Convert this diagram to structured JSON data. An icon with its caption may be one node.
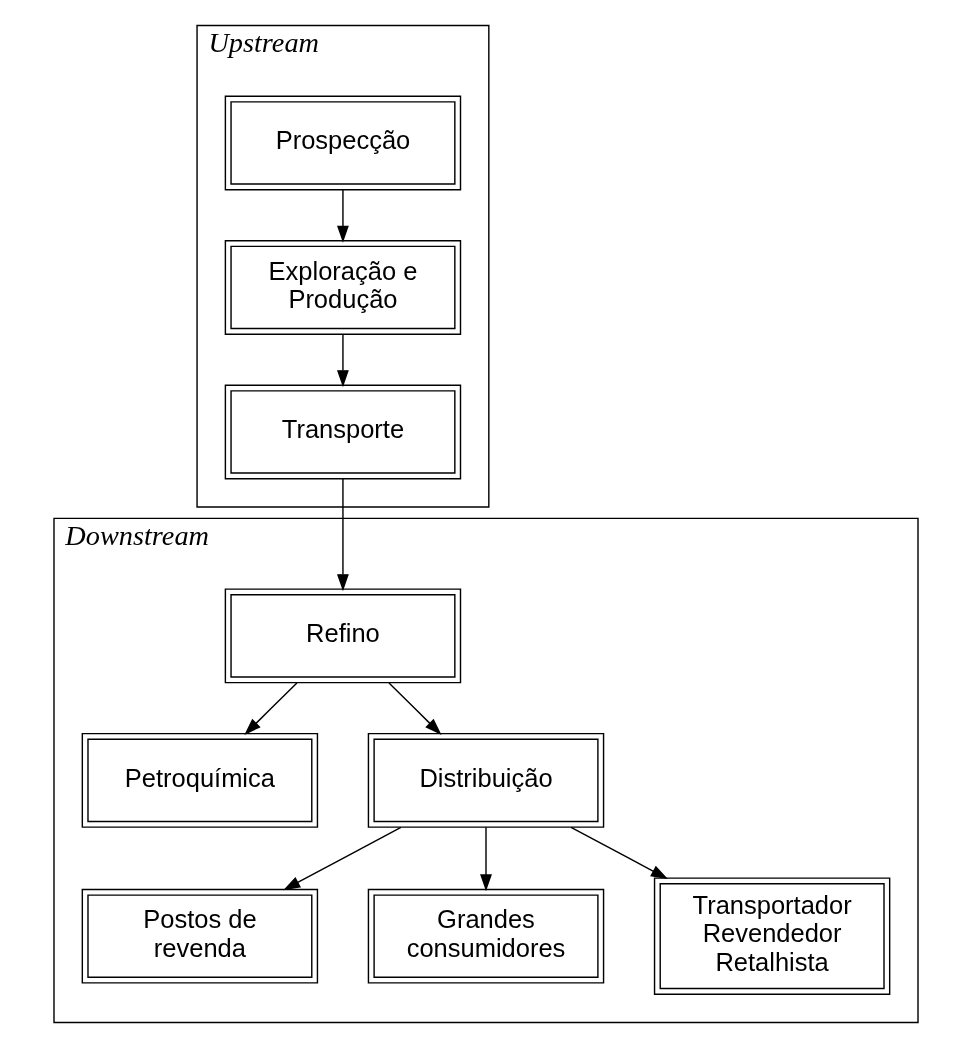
{
  "diagram": {
    "nodes": [
      {
        "text": [
          "Upstream"
        ]
      },
      {
        "text": [
          "Prospecção"
        ],
        "in": 0
      },
      {
        "text": [
          "Exploração e Produção"
        ],
        "in": 0
      },
      {
        "text": [
          "Transporte"
        ],
        "in": 0
      },
      {
        "text": [
          "Downstream"
        ]
      },
      {
        "text": [
          "Refino"
        ],
        "in": 4
      },
      {
        "text": [
          "Petroquímica"
        ],
        "in": 4
      },
      {
        "text": [
          "Distribuição"
        ],
        "in": 4
      },
      {
        "text": [
          "Postos de revenda"
        ],
        "in": 4
      },
      {
        "text": [
          "Grandes consumidores"
        ],
        "in": 4
      },
      {
        "text": [
          "Transportador Revendedor Retalhista"
        ],
        "in": 4
      }
    ],
    "edges": [
      {
        "from": 1,
        "to": 2,
        "arrow": "to"
      },
      {
        "from": 2,
        "to": 3,
        "arrow": "to"
      },
      {
        "from": 3,
        "to": 5,
        "arrow": "to"
      },
      {
        "from": 5,
        "to": 6,
        "arrow": "to"
      },
      {
        "from": 5,
        "to": 7,
        "arrow": "to"
      },
      {
        "from": 7,
        "to": 8,
        "arrow": "to"
      },
      {
        "from": 7,
        "to": 9,
        "arrow": "to"
      },
      {
        "from": 7,
        "to": 10,
        "arrow": "to"
      }
    ]
  }
}
